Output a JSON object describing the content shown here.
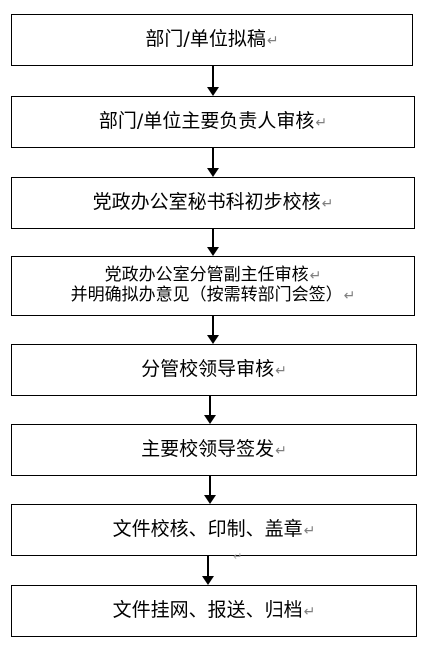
{
  "flowchart": {
    "steps": [
      {
        "lines": [
          "部门/单位拟稿"
        ]
      },
      {
        "lines": [
          "部门/单位主要负责人审核"
        ]
      },
      {
        "lines": [
          "党政办公室秘书科初步校核"
        ]
      },
      {
        "lines": [
          "党政办公室分管副主任审核",
          "并明确拟办意见（按需转部门会签）"
        ]
      },
      {
        "lines": [
          "分管校领导审核"
        ]
      },
      {
        "lines": [
          "主要校领导签发"
        ]
      },
      {
        "lines": [
          "文件校核、印制、盖章"
        ]
      },
      {
        "lines": [
          "文件挂网、报送、归档"
        ]
      }
    ],
    "paragraph_mark": "↵",
    "line_color": "#000000",
    "mark_color": "#7f7f7f"
  }
}
